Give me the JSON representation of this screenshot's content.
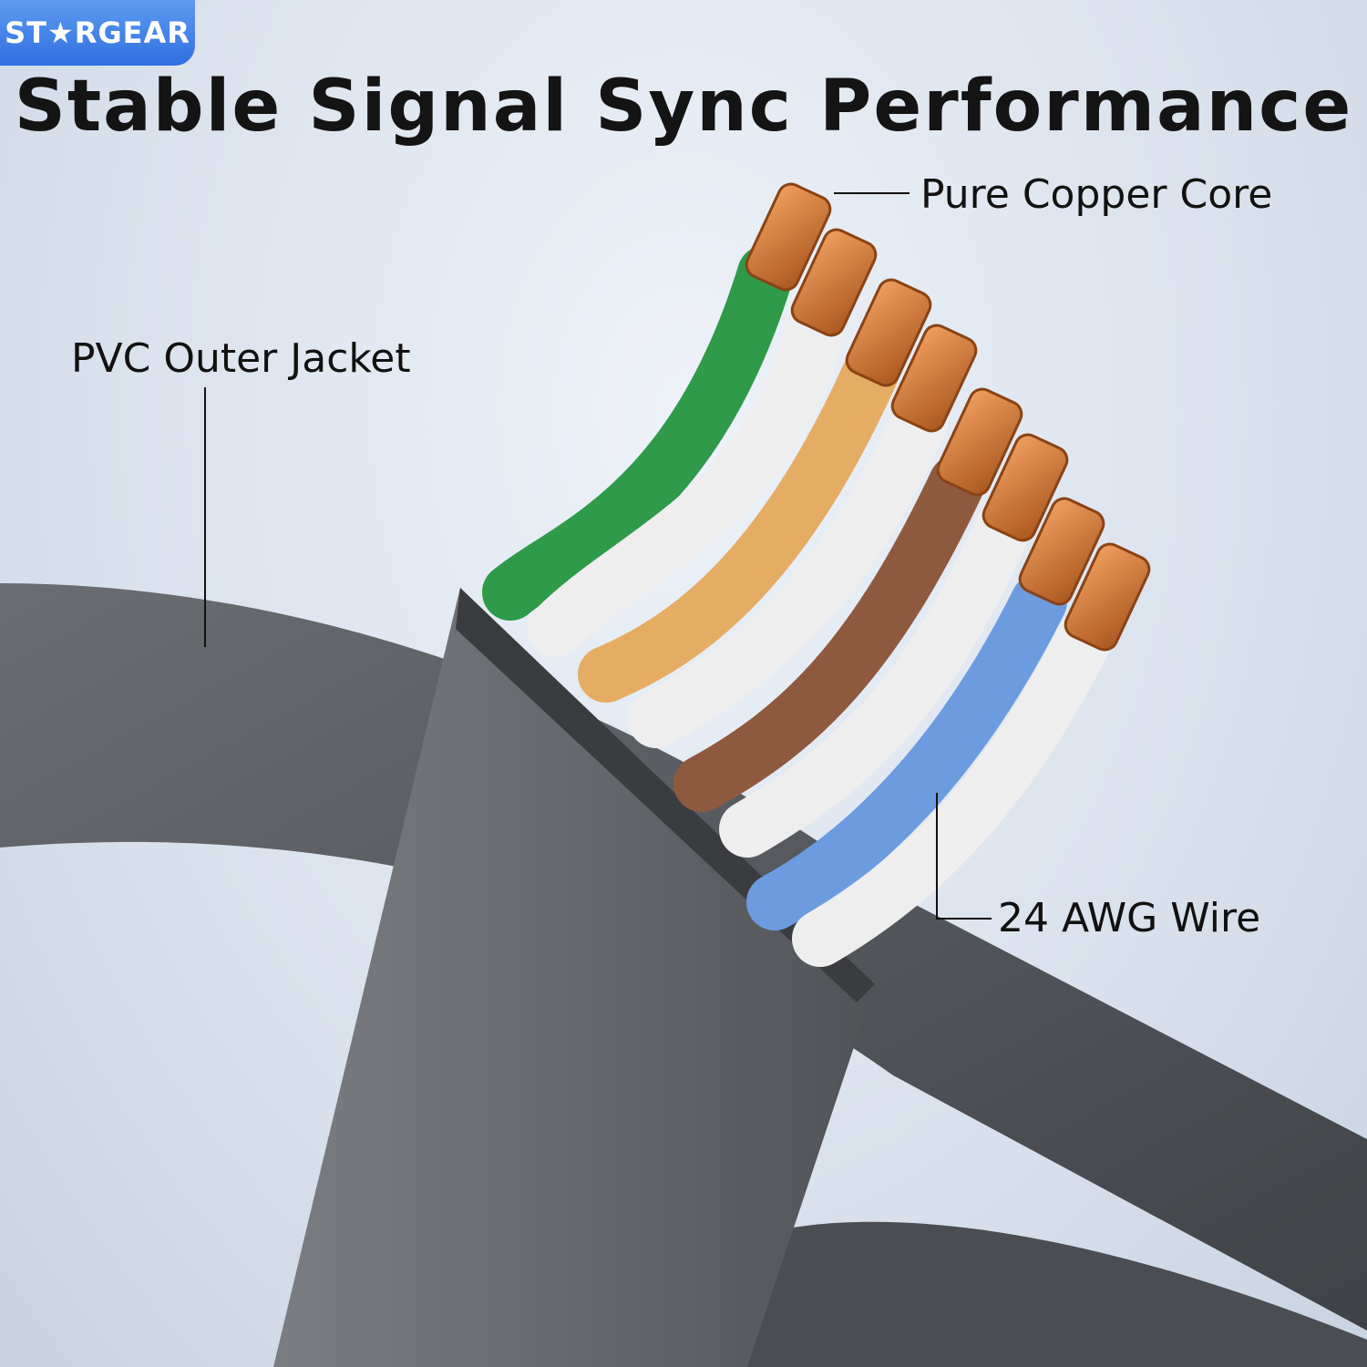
{
  "brand": {
    "logo_text": "ST★RGEAR"
  },
  "title": "Stable Signal Sync Performance",
  "callouts": {
    "copper": "Pure Copper Core",
    "pvc": "PVC Outer Jacket",
    "awg": "24 AWG Wire"
  },
  "colors": {
    "jacket": "#5c5f64",
    "copper": "#c9712e",
    "green": "#2e9a4a",
    "orange": "#e5ad63",
    "brown": "#8e5a3f",
    "blue": "#6d9be0",
    "white_insulation": "#eeeeee"
  }
}
